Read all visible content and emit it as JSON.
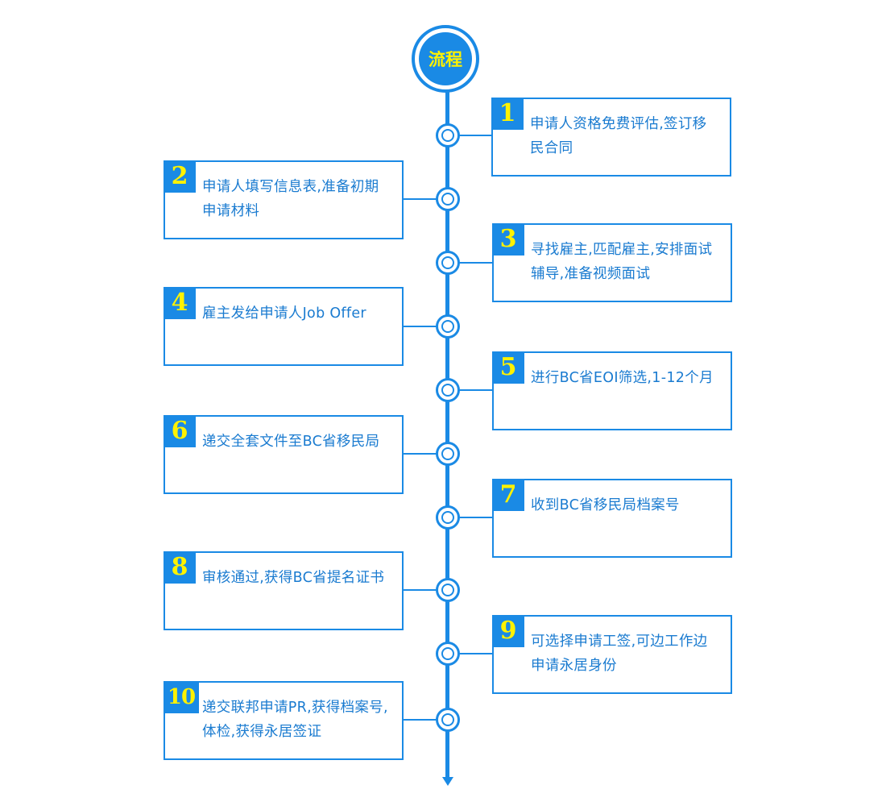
{
  "header": {
    "title": "流程"
  },
  "steps": [
    {
      "num": "1",
      "text": "申请人资格免费评估,签订移民合同"
    },
    {
      "num": "2",
      "text": "申请人填写信息表,准备初期申请材料"
    },
    {
      "num": "3",
      "text": "寻找雇主,匹配雇主,安排面试辅导,准备视频面试"
    },
    {
      "num": "4",
      "text": "雇主发给申请人Job Offer"
    },
    {
      "num": "5",
      "text": "进行BC省EOI筛选,1-12个月"
    },
    {
      "num": "6",
      "text": "递交全套文件至BC省移民局"
    },
    {
      "num": "7",
      "text": "收到BC省移民局档案号"
    },
    {
      "num": "8",
      "text": "审核通过,获得BC省提名证书"
    },
    {
      "num": "9",
      "text": "可选择申请工签,可边工作边申请永居身份"
    },
    {
      "num": "10",
      "text": "递交联邦申请PR,获得档案号,体检,获得永居签证"
    }
  ],
  "colors": {
    "primary": "#1a8ae5",
    "number": "#fff200",
    "text": "#1a7bd0"
  }
}
